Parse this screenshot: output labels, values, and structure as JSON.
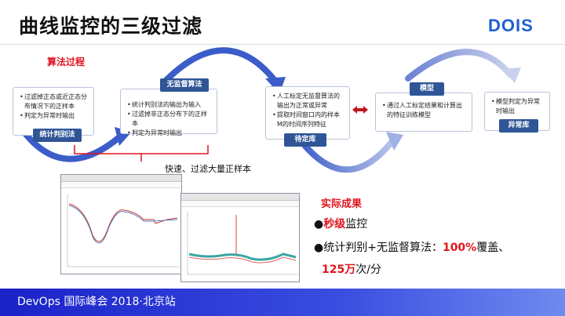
{
  "slide": {
    "title": "曲线监控的三级过滤",
    "logo": "DOIS",
    "algo_label": "算法过程",
    "under_text": "快速、过滤大量正样本"
  },
  "boxes": [
    {
      "lines": [
        "过滤掉正态或近正态分布情况下的正样本",
        "判定为异常时输出"
      ],
      "tag": "统计判别法"
    },
    {
      "lines": [
        "统计判别法的输出为输入",
        "过滤掉非正态分布下的正样本",
        "判定为异常时输出"
      ],
      "tag": "无监督算法"
    },
    {
      "lines": [
        "人工标定无监督算法的输出为正常或异常",
        "提取时间窗口内的样本M的时间序列特征"
      ],
      "tag": "待定库"
    },
    {
      "lines": [
        "通过人工标定结果和计算出的特征训练模型"
      ],
      "tag": "模型"
    },
    {
      "lines": [
        "模型判定为异常时输出"
      ],
      "tag": "异常库"
    }
  ],
  "results": {
    "title": "实际成果",
    "line1_bullet": "●",
    "line1_red": "秒级",
    "line1_rest": "监控",
    "line2_bullet": "●",
    "line2_text": "统计判别+无监督算法：",
    "line2_red": "100%",
    "line2_rest": "覆盖、",
    "line3_red": "125万",
    "line3_rest": "次/分"
  },
  "footer": {
    "text": "DevOps 国际峰会 2018·北京站"
  },
  "colors": {
    "accent_red": "#e0141e",
    "tag_blue": "#2f5597",
    "arc_blue": "#3b5cc9",
    "footer_blue": "#1a22c8"
  }
}
